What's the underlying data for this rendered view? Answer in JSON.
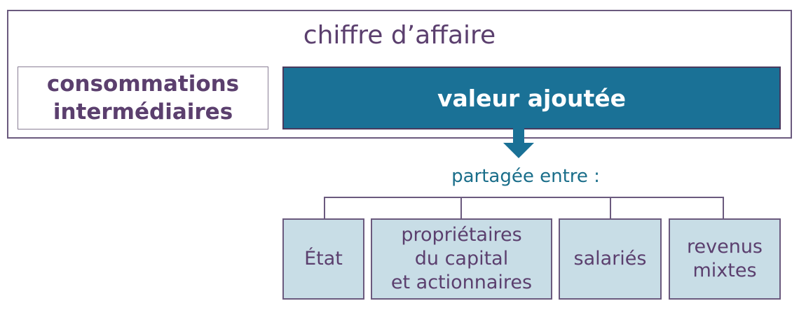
{
  "title": "chiffre d’affaire",
  "consommations_intermediaires": "consommations\nintermédiaires",
  "valeur_ajoutee": "valeur ajoutée",
  "partagee_entre": "partagée entre :",
  "shares": [
    "État",
    "propriétaires\ndu capital\net actionnaires",
    "salariés",
    "revenus\nmixtes"
  ],
  "colors": {
    "purple_text": "#5b3f6e",
    "teal_box": "#1a7196",
    "light_blue_box": "#c8dde6",
    "teal_text": "#1a6e8a"
  }
}
